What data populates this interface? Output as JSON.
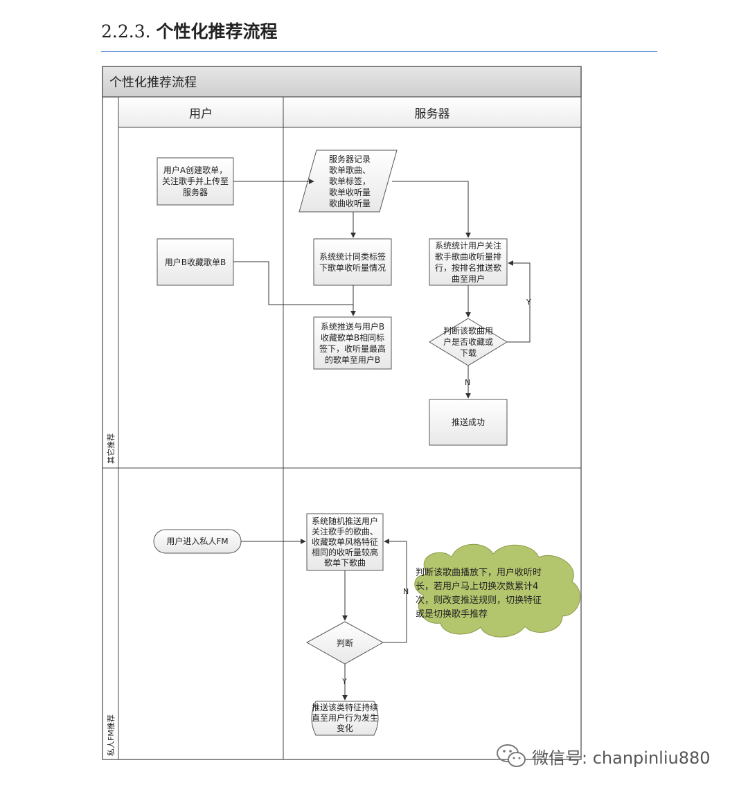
{
  "heading": {
    "number": "2.2.3.",
    "title": "个性化推荐流程"
  },
  "pool": {
    "title": "个性化推荐流程"
  },
  "lanes": {
    "user": "用户",
    "server": "服务器"
  },
  "sections": {
    "other": "其它推荐",
    "fm": "私人FM推荐"
  },
  "nodes": {
    "create_playlist": "用户A创建歌单，\n关注歌手并上传至\n服务器",
    "server_record": "服务器记录\n歌单歌曲、\n歌单标签，\n歌单收听量\n歌曲收听量",
    "collect_playlist": "用户B收藏歌单B",
    "stat_tag": "系统统计同类标签\n下歌单收听量情况",
    "stat_rank": "系统统计用户关注\n歌手歌曲收听量排\n行，按排名推送歌\n曲至用户",
    "push_playlist": "系统推送与用户B\n收藏歌单B相同标\n签下，收听量最高\n的歌单至用户B",
    "judge_collect": "判断该歌曲用\n户是否收藏或\n下载",
    "push_success": "推送成功",
    "enter_fm": "用户进入私人FM",
    "random_push": "系统随机推送用户\n关注歌手的歌曲、\n收藏歌单风格特征\n相同的收听量较高\n歌单下歌曲",
    "judge": "判断",
    "push_feature": "推送该类特征持续\n直至用户行为发生\n变化",
    "cloud": "判断该歌曲播放下，用户收听时\n长，若用户马上切换次数累计4\n次，则改变推送规则，切换特征\n或是切换歌手推荐"
  },
  "edge_labels": {
    "y1": "Y",
    "n1": "N",
    "n2": "N",
    "y2": "Y"
  },
  "watermark": {
    "text": "微信号: chanpinliu880",
    "icon": "wechat-icon"
  },
  "colors": {
    "box_fill": "#f0f0f0",
    "header_fill": "#d9d9d9",
    "cloud_fill": "#b4c66d",
    "rule": "#5b8fd6"
  }
}
